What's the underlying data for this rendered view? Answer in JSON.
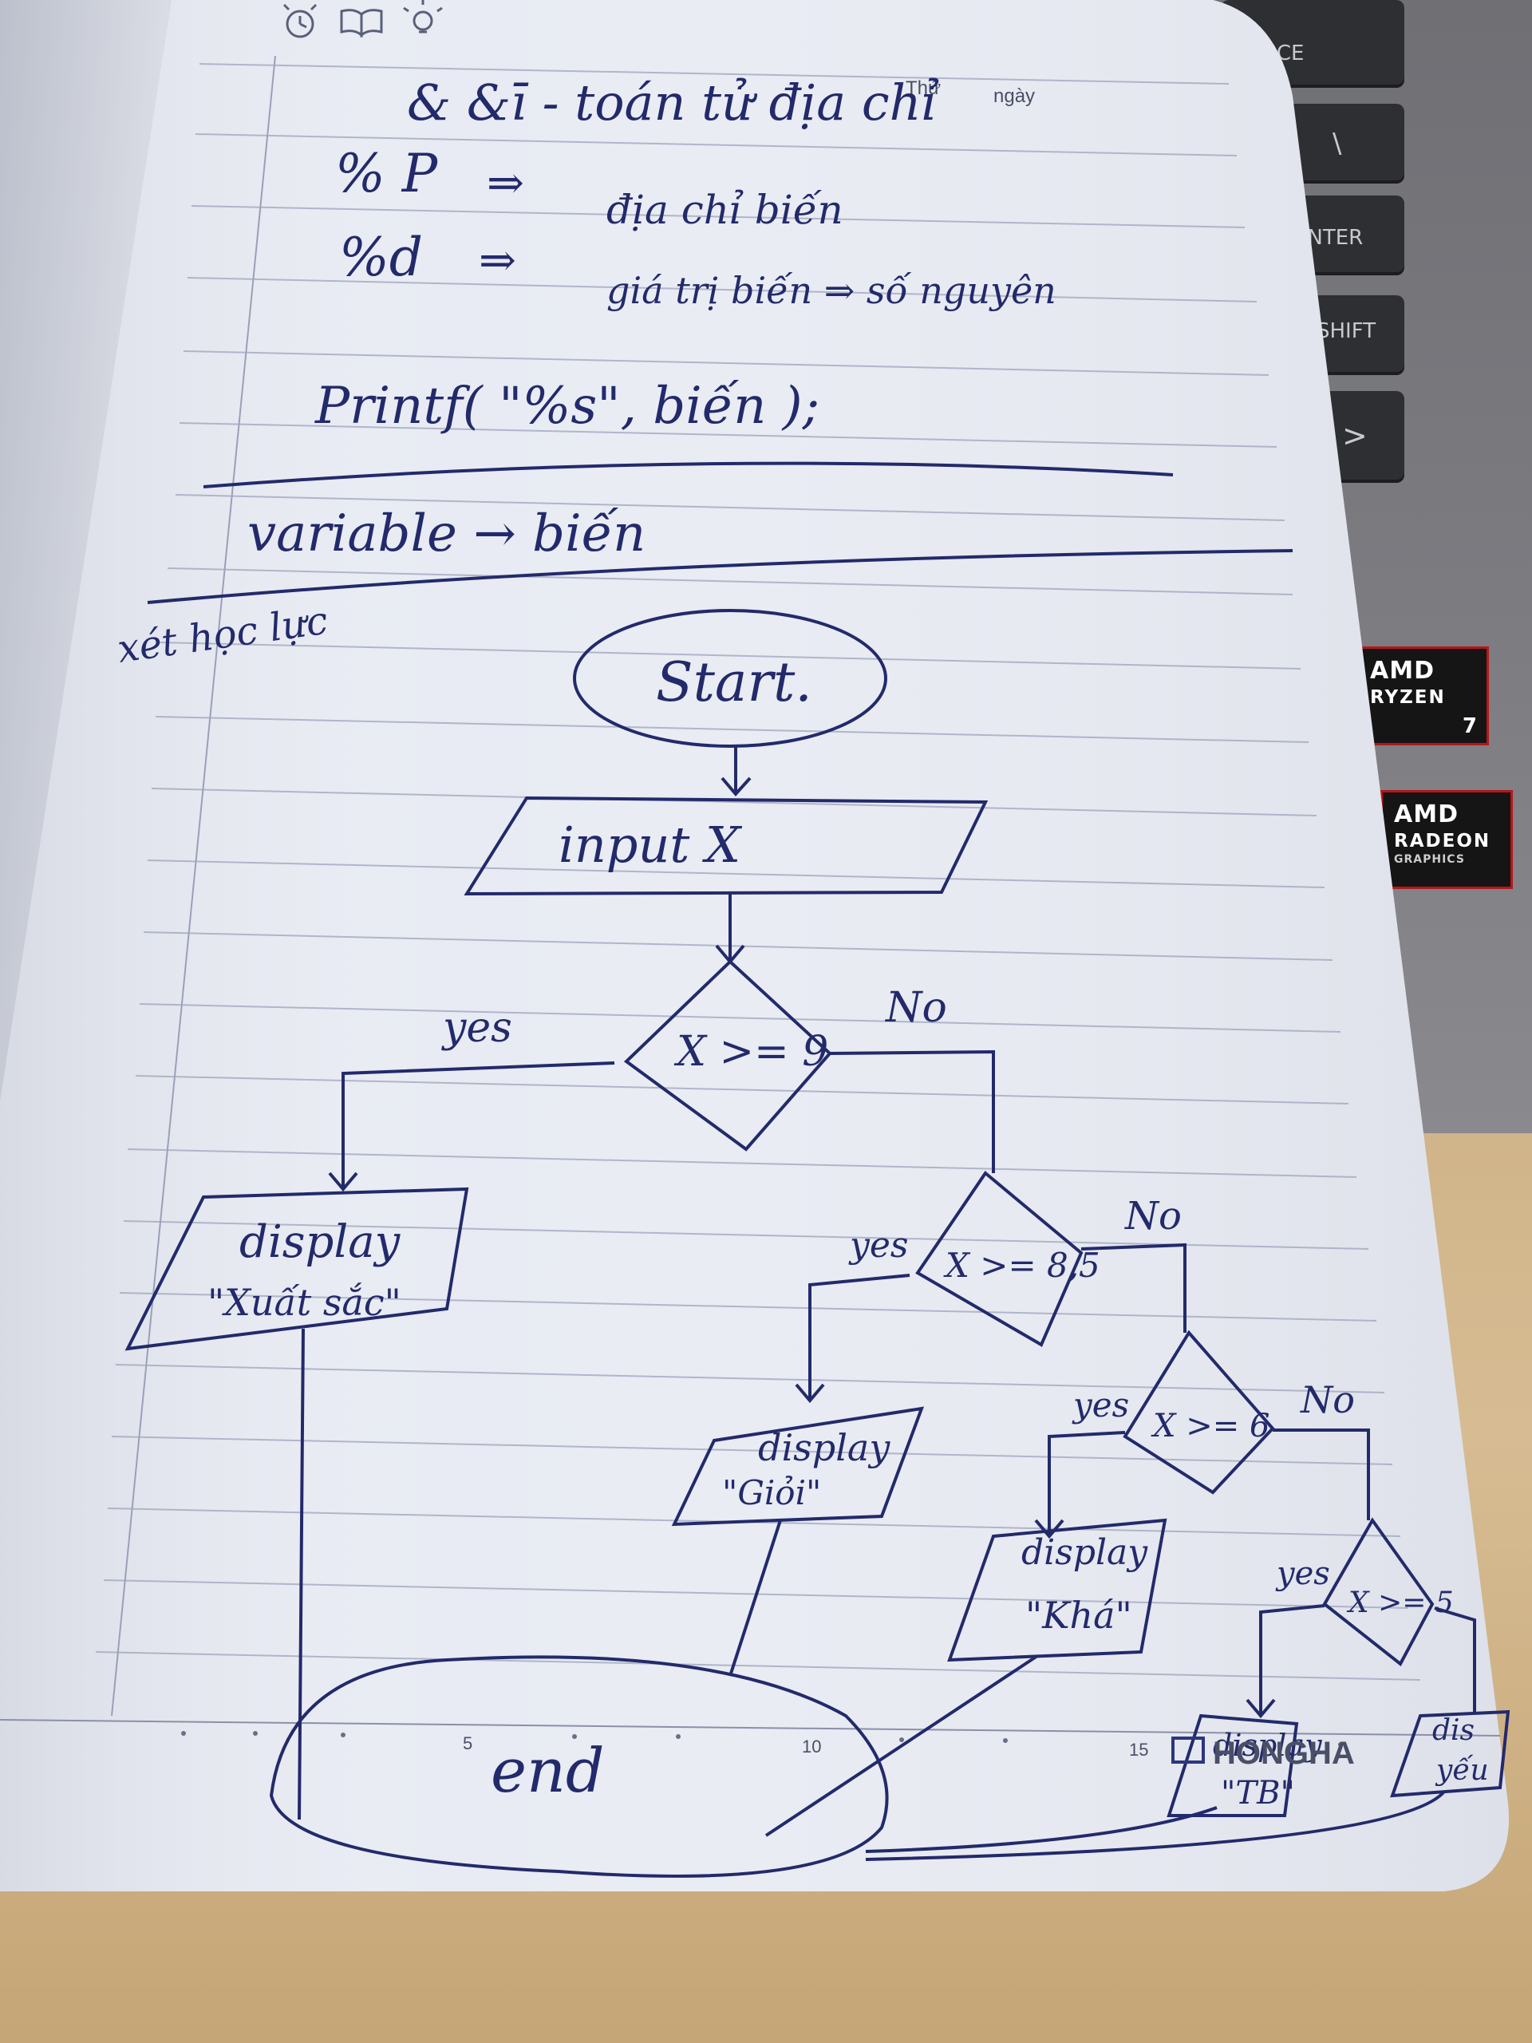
{
  "notebook_header": {
    "day_label": "Thứ",
    "date_label": "ngày",
    "icons": [
      "alarm-clock-icon",
      "open-book-icon",
      "lightbulb-icon"
    ]
  },
  "brand": "HONGHA",
  "ruler_marks": [
    "5",
    "10",
    "15"
  ],
  "notes": {
    "line1": "& &ī - toán tử địa chỉ",
    "line2_code": "% P",
    "line2_arrow": "⇒",
    "line2_text": "địa chỉ biến",
    "line3_code": "%d",
    "line3_arrow": "⇒",
    "line3_text": "giá trị biến ⇒ số nguyên",
    "line4": "Printf( \"%s\", biến );",
    "line5": "variable → biến",
    "side_note": "xét học lực"
  },
  "flowchart": {
    "start": "Start.",
    "input": "input X",
    "cond1": "X >= 9",
    "cond1_yes": "yes",
    "cond1_no": "No",
    "out1_line1": "display",
    "out1_line2": "\"Xuất sắc\"",
    "cond2": "X >= 8,5",
    "cond2_yes": "yes",
    "cond2_no": "No",
    "out2_line1": "display",
    "out2_line2": "\"Giỏi\"",
    "cond3": "X >= 6",
    "cond3_yes": "yes",
    "cond3_no": "No",
    "out3_line1": "display",
    "out3_line2": "\"Khá\"",
    "cond4": "X >= 5",
    "cond4_yes": "yes",
    "out4_line1": "display",
    "out4_line2": "\"TB\"",
    "out5_line1": "dis",
    "out5_line2": "yếu",
    "end": "end"
  },
  "laptop": {
    "keys": [
      "SPACE",
      "\\",
      "ENTER",
      "SHIFT",
      ">"
    ],
    "sticker1": {
      "line1": "AMD",
      "line2": "RYZEN",
      "badge": "7"
    },
    "sticker2": {
      "line1": "AMD",
      "line2": "RADEON",
      "line3": "GRAPHICS"
    }
  },
  "colors": {
    "ink": "#232a6b",
    "paper": "#e9ecf4",
    "rule": "#9aa0b8",
    "sticker_border": "#b5171b"
  }
}
